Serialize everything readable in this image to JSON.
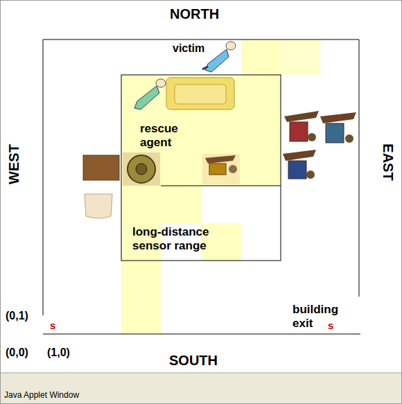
{
  "diagram": {
    "labels": [
      "NORTH",
      "victim",
      "rescue agent",
      "WEST",
      "EAST",
      "long-distance sensor range",
      "(0,1)",
      "s",
      "building exit",
      "s",
      "(0,0)",
      "(1,0)",
      "SOUTH",
      "Java Applet Window"
    ]
  }
}
